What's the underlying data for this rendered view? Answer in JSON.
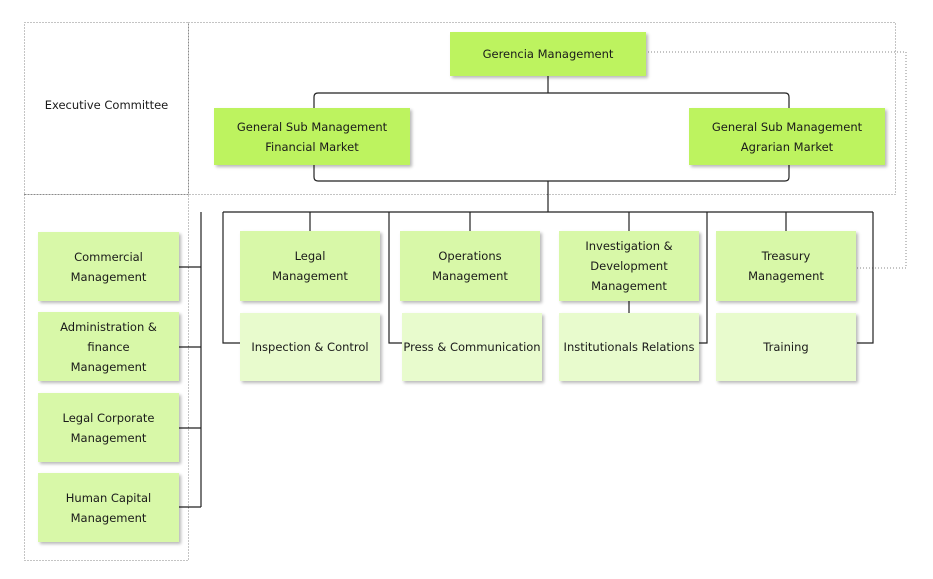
{
  "committee": {
    "label": "Executive Committee"
  },
  "top": {
    "gerencia": "Gerencia Management"
  },
  "sub": {
    "financial": "General Sub Management\nFinancial Market",
    "agrarian": "General Sub Management\nAgrarian Market"
  },
  "left": [
    "Commercial\nManagement",
    "Administration & finance\nManagement",
    "Legal Corporate\nManagement",
    "Human Capital\nManagement"
  ],
  "depts": [
    "Legal\nManagement",
    "Operations\nManagement",
    "Investigation &\nDevelopment Management",
    "Treasury\nManagement"
  ],
  "units": [
    "Inspection & Control",
    "Press & Communication",
    "Institutionals Relations",
    "Training"
  ],
  "colors": {
    "primary": "#bdf35f",
    "secondary": "#d8f8a8",
    "tertiary": "#e8fbcd",
    "line": "#222222"
  }
}
